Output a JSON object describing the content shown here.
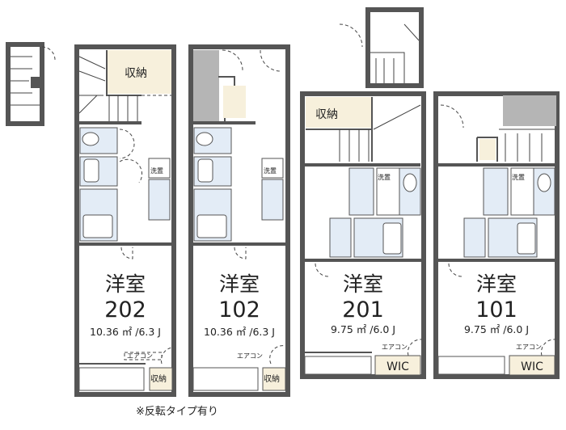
{
  "units": [
    {
      "room_label": "洋室",
      "number": "202",
      "area": "10.36 ㎡ /6.3 J",
      "storage": "収納",
      "laundry": "洗置",
      "aircon": "エアコン",
      "balcony_storage": "収納"
    },
    {
      "room_label": "洋室",
      "number": "102",
      "area": "10.36 ㎡ /6.3 J",
      "laundry": "洗置",
      "aircon": "エアコン",
      "balcony_storage": "収納"
    },
    {
      "room_label": "洋室",
      "number": "201",
      "area": "9.75 ㎡ /6.0 J",
      "storage": "収納",
      "laundry": "洗置",
      "aircon": "エアコン",
      "closet": "WIC"
    },
    {
      "room_label": "洋室",
      "number": "101",
      "area": "9.75 ㎡ /6.0 J",
      "laundry": "洗置",
      "aircon": "エアコン",
      "closet": "WIC"
    }
  ],
  "note": "※反転タイプ有り",
  "colors": {
    "wall": "#555555",
    "wet_area": "#e3ecf6",
    "storage": "#f7f0dc"
  }
}
